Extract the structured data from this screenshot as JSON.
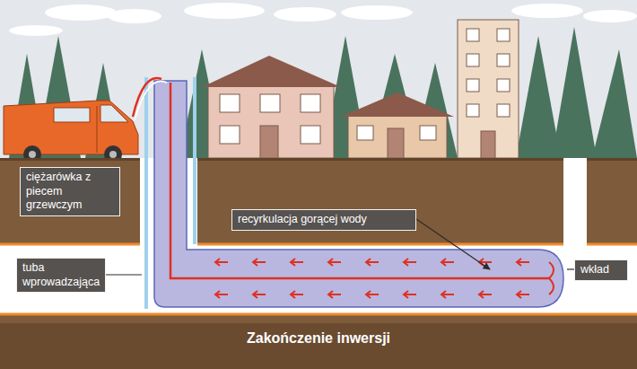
{
  "diagram": {
    "caption": "Zakończenie inwersji",
    "nodes": [
      {
        "text": [
          "ciężarówka z piecem grzewczym"
        ]
      },
      {
        "text": [
          "recyrkulacja gorącej wody"
        ]
      },
      {
        "text": [
          "tuba wprowadzająca"
        ]
      },
      {
        "text": [
          "wkład"
        ]
      }
    ]
  }
}
